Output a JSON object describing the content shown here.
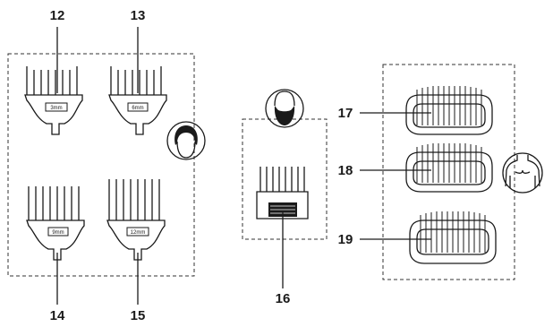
{
  "callouts": {
    "n12": "12",
    "n13": "13",
    "n14": "14",
    "n15": "15",
    "n16": "16",
    "n17": "17",
    "n18": "18",
    "n19": "19"
  },
  "combs": {
    "c12_size": "3mm",
    "c13_size": "6mm",
    "c14_size": "9mm",
    "c15_size": "12mm"
  },
  "icons": [
    "head-icon",
    "beard-icon",
    "body-icon"
  ],
  "colors": {
    "line": "#1a1a1a",
    "background": "#ffffff"
  }
}
